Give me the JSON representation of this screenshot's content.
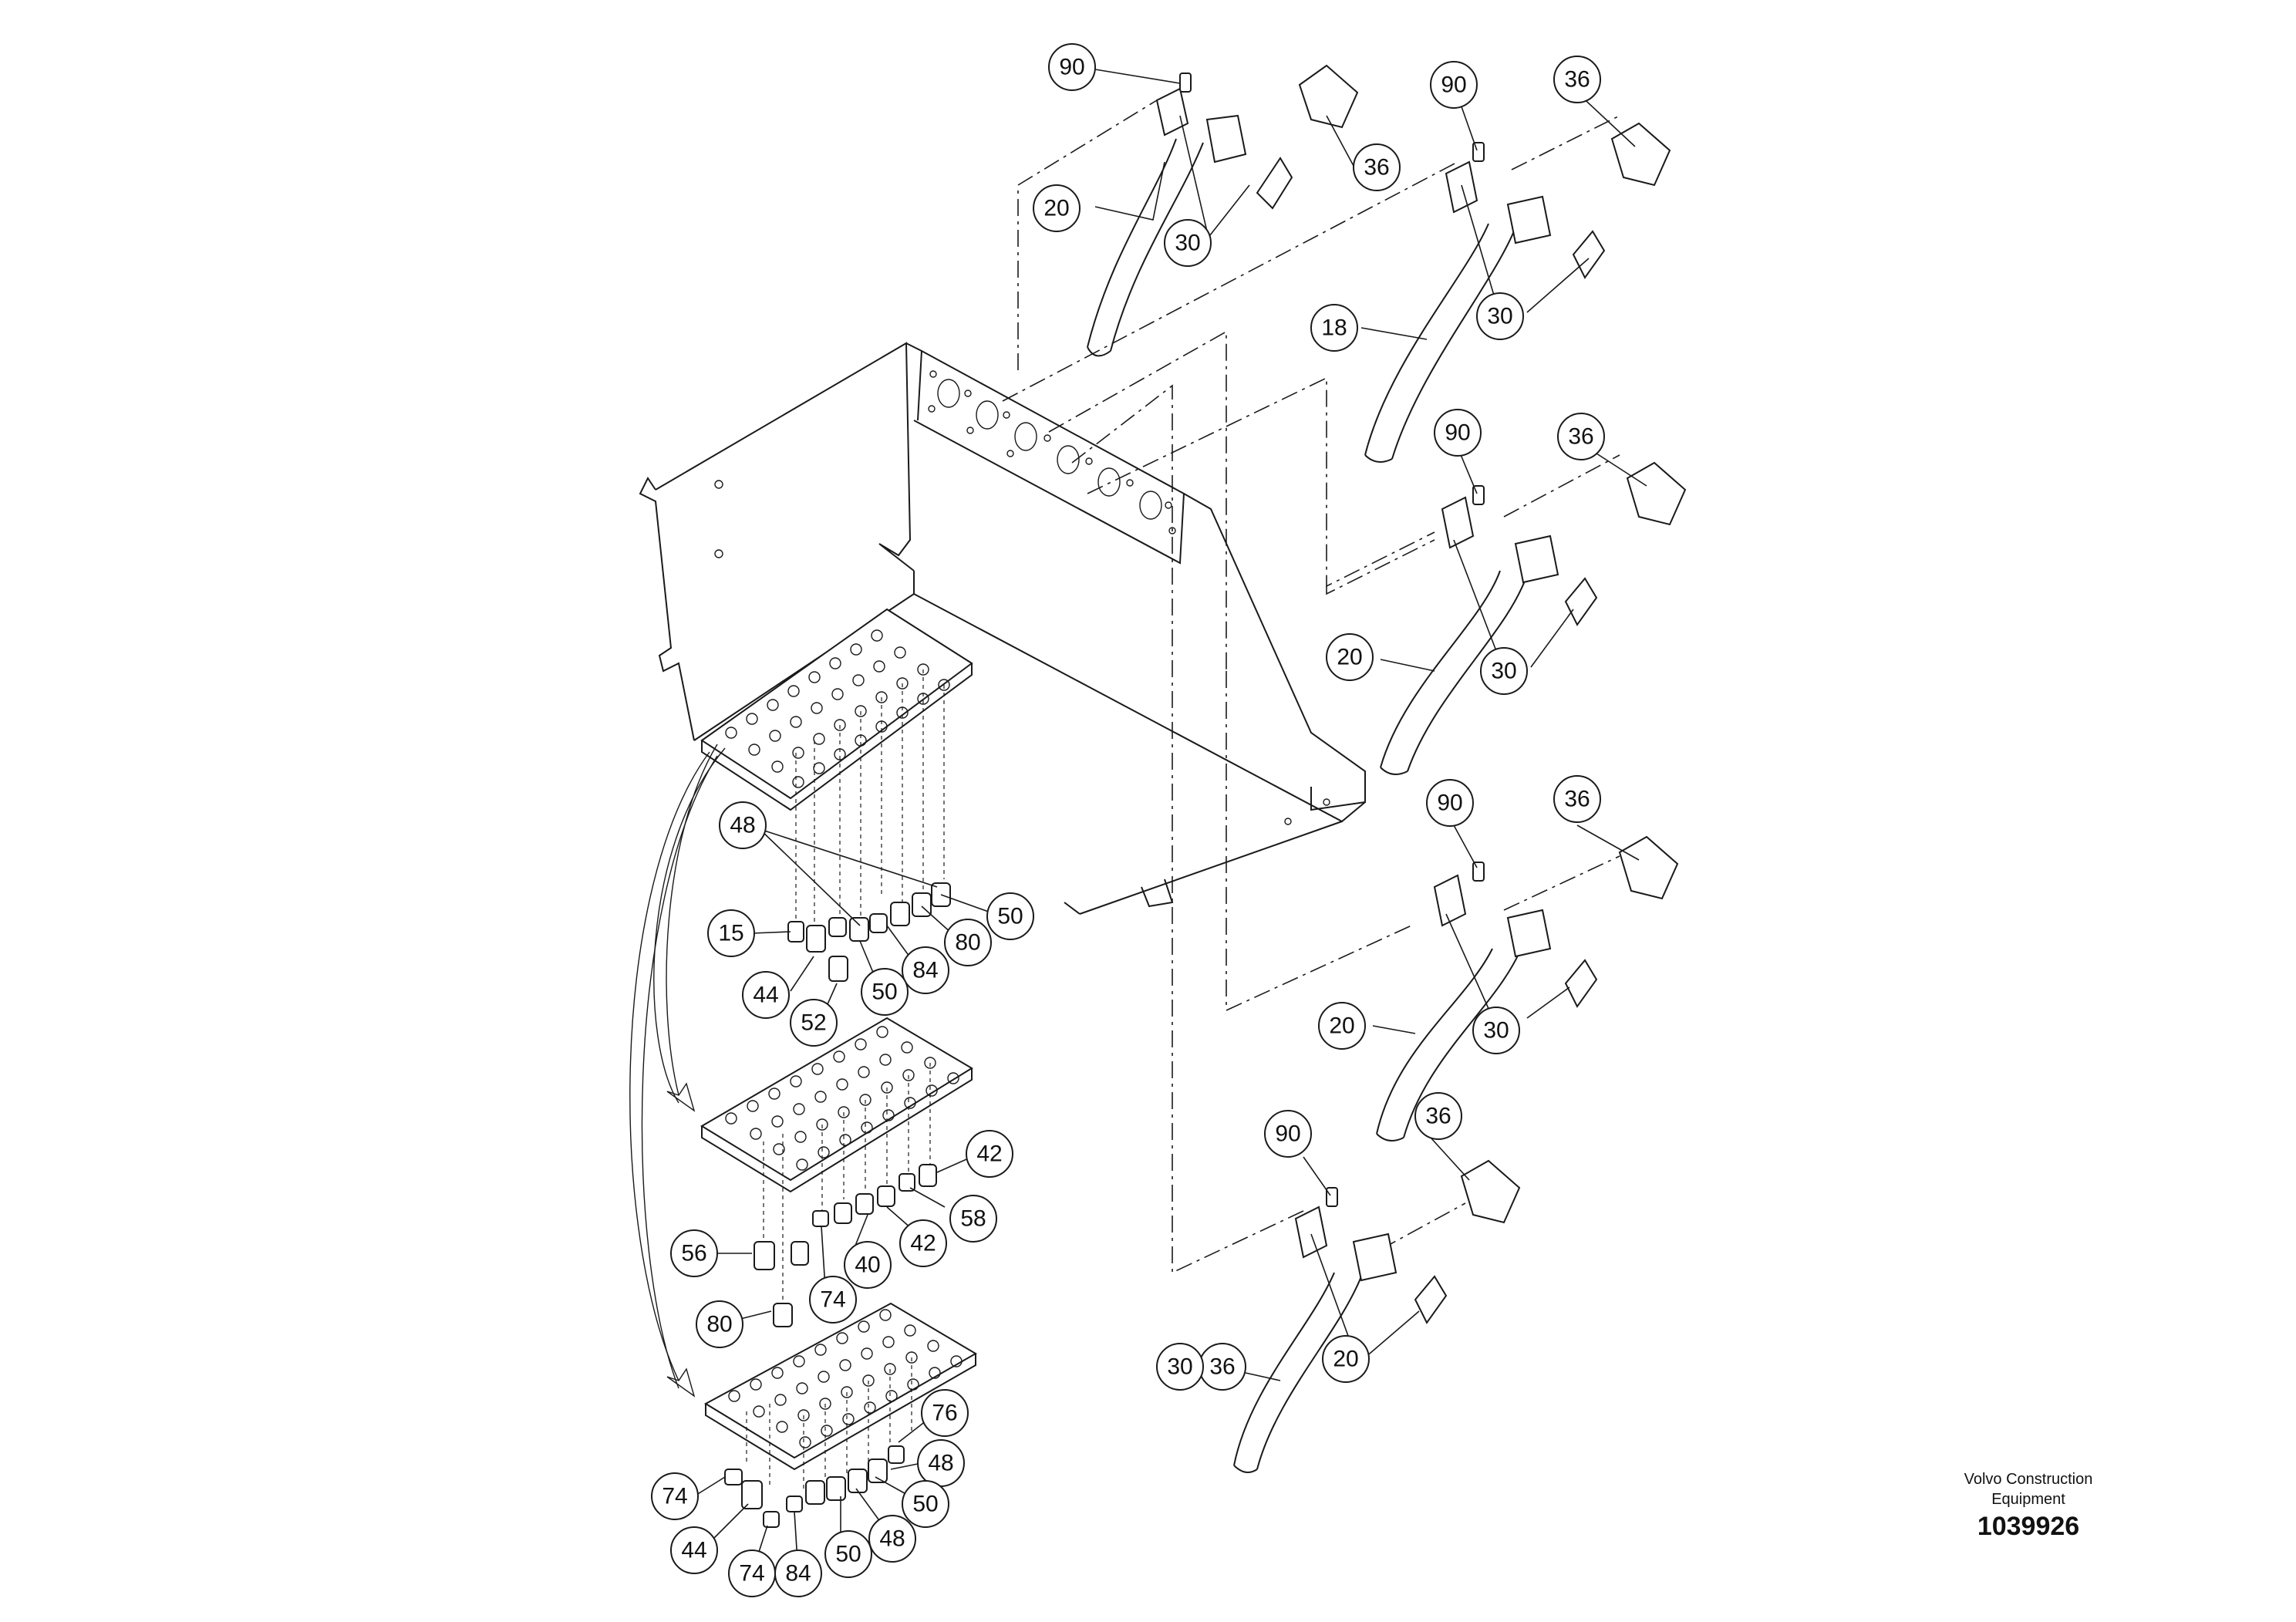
{
  "callouts": [
    {
      "id": "c90a",
      "label": "90"
    },
    {
      "id": "c36a",
      "label": "36"
    },
    {
      "id": "c36b",
      "label": "36"
    },
    {
      "id": "c90b",
      "label": "90"
    },
    {
      "id": "c36c",
      "label": "36"
    },
    {
      "id": "c20a",
      "label": "20"
    },
    {
      "id": "c30a",
      "label": "30"
    },
    {
      "id": "c30b",
      "label": "30"
    },
    {
      "id": "c18",
      "label": "18"
    },
    {
      "id": "c90c",
      "label": "90"
    },
    {
      "id": "c36d",
      "label": "36"
    },
    {
      "id": "c20b",
      "label": "20"
    },
    {
      "id": "c30c",
      "label": "30"
    },
    {
      "id": "c90d",
      "label": "90"
    },
    {
      "id": "c36e",
      "label": "36"
    },
    {
      "id": "c20c",
      "label": "20"
    },
    {
      "id": "c30d",
      "label": "30"
    },
    {
      "id": "c90e",
      "label": "90"
    },
    {
      "id": "c36f",
      "label": "36"
    },
    {
      "id": "c20d",
      "label": "20"
    },
    {
      "id": "c30e",
      "label": "30"
    },
    {
      "id": "c48a",
      "label": "48"
    },
    {
      "id": "c15",
      "label": "15"
    },
    {
      "id": "c50a",
      "label": "50"
    },
    {
      "id": "c80a",
      "label": "80"
    },
    {
      "id": "c84a",
      "label": "84"
    },
    {
      "id": "c50b",
      "label": "50"
    },
    {
      "id": "c44a",
      "label": "44"
    },
    {
      "id": "c52",
      "label": "52"
    },
    {
      "id": "c42a",
      "label": "42"
    },
    {
      "id": "c58",
      "label": "58"
    },
    {
      "id": "c42b",
      "label": "42"
    },
    {
      "id": "c40",
      "label": "40"
    },
    {
      "id": "c56",
      "label": "56"
    },
    {
      "id": "c74a",
      "label": "74"
    },
    {
      "id": "c80b",
      "label": "80"
    },
    {
      "id": "c76",
      "label": "76"
    },
    {
      "id": "c48b",
      "label": "48"
    },
    {
      "id": "c74b",
      "label": "74"
    },
    {
      "id": "c50c",
      "label": "50"
    },
    {
      "id": "c44b",
      "label": "44"
    },
    {
      "id": "c48c",
      "label": "48"
    },
    {
      "id": "c50d",
      "label": "50"
    },
    {
      "id": "c74c",
      "label": "74"
    },
    {
      "id": "c84b",
      "label": "84"
    }
  ],
  "footer": {
    "credit_line1": "Volvo Construction",
    "credit_line2": "Equipment",
    "doc_number": "1039926"
  }
}
